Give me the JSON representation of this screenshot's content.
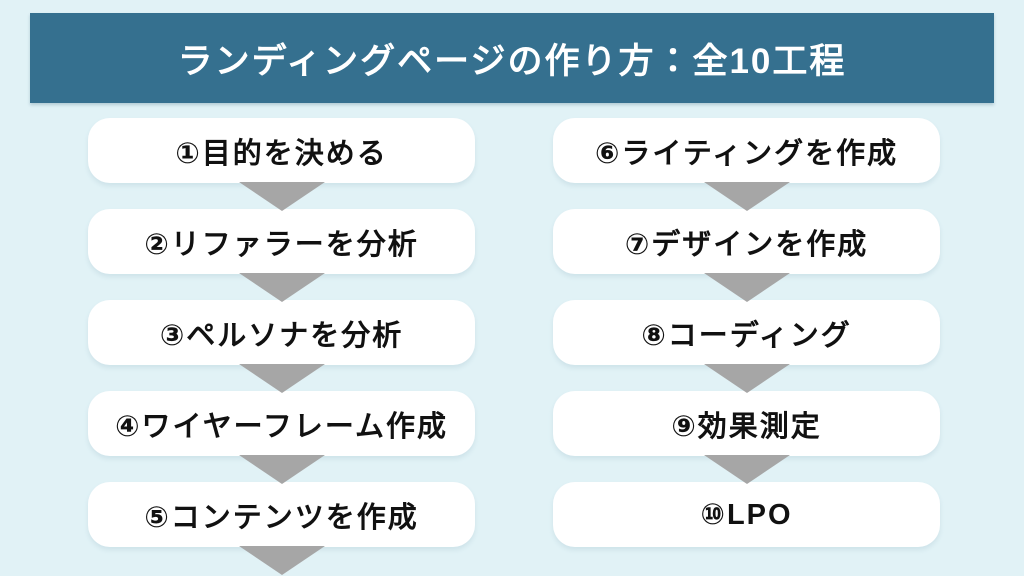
{
  "page": {
    "background_color": "#e1f2f6",
    "arrow_color": "#a6a6a6",
    "box_color": "#ffffff",
    "text_color": "#111111"
  },
  "header": {
    "title": "ランディングページの作り方：全10工程",
    "bg_color": "#35708f",
    "text_color": "#ffffff"
  },
  "columns": {
    "left": {
      "steps": [
        {
          "number": "①",
          "label": "①目的を決める"
        },
        {
          "number": "②",
          "label": "②リファラーを分析"
        },
        {
          "number": "③",
          "label": "③ペルソナを分析"
        },
        {
          "number": "④",
          "label": "④ワイヤーフレーム作成"
        },
        {
          "number": "⑤",
          "label": "⑤コンテンツを作成"
        }
      ],
      "trailing_arrow": true
    },
    "right": {
      "steps": [
        {
          "number": "⑥",
          "label": "⑥ライティングを作成"
        },
        {
          "number": "⑦",
          "label": "⑦デザインを作成"
        },
        {
          "number": "⑧",
          "label": "⑧コーディング"
        },
        {
          "number": "⑨",
          "label": "⑨効果測定"
        },
        {
          "number": "⑩",
          "label": "⑩LPO"
        }
      ],
      "trailing_arrow": false
    }
  }
}
